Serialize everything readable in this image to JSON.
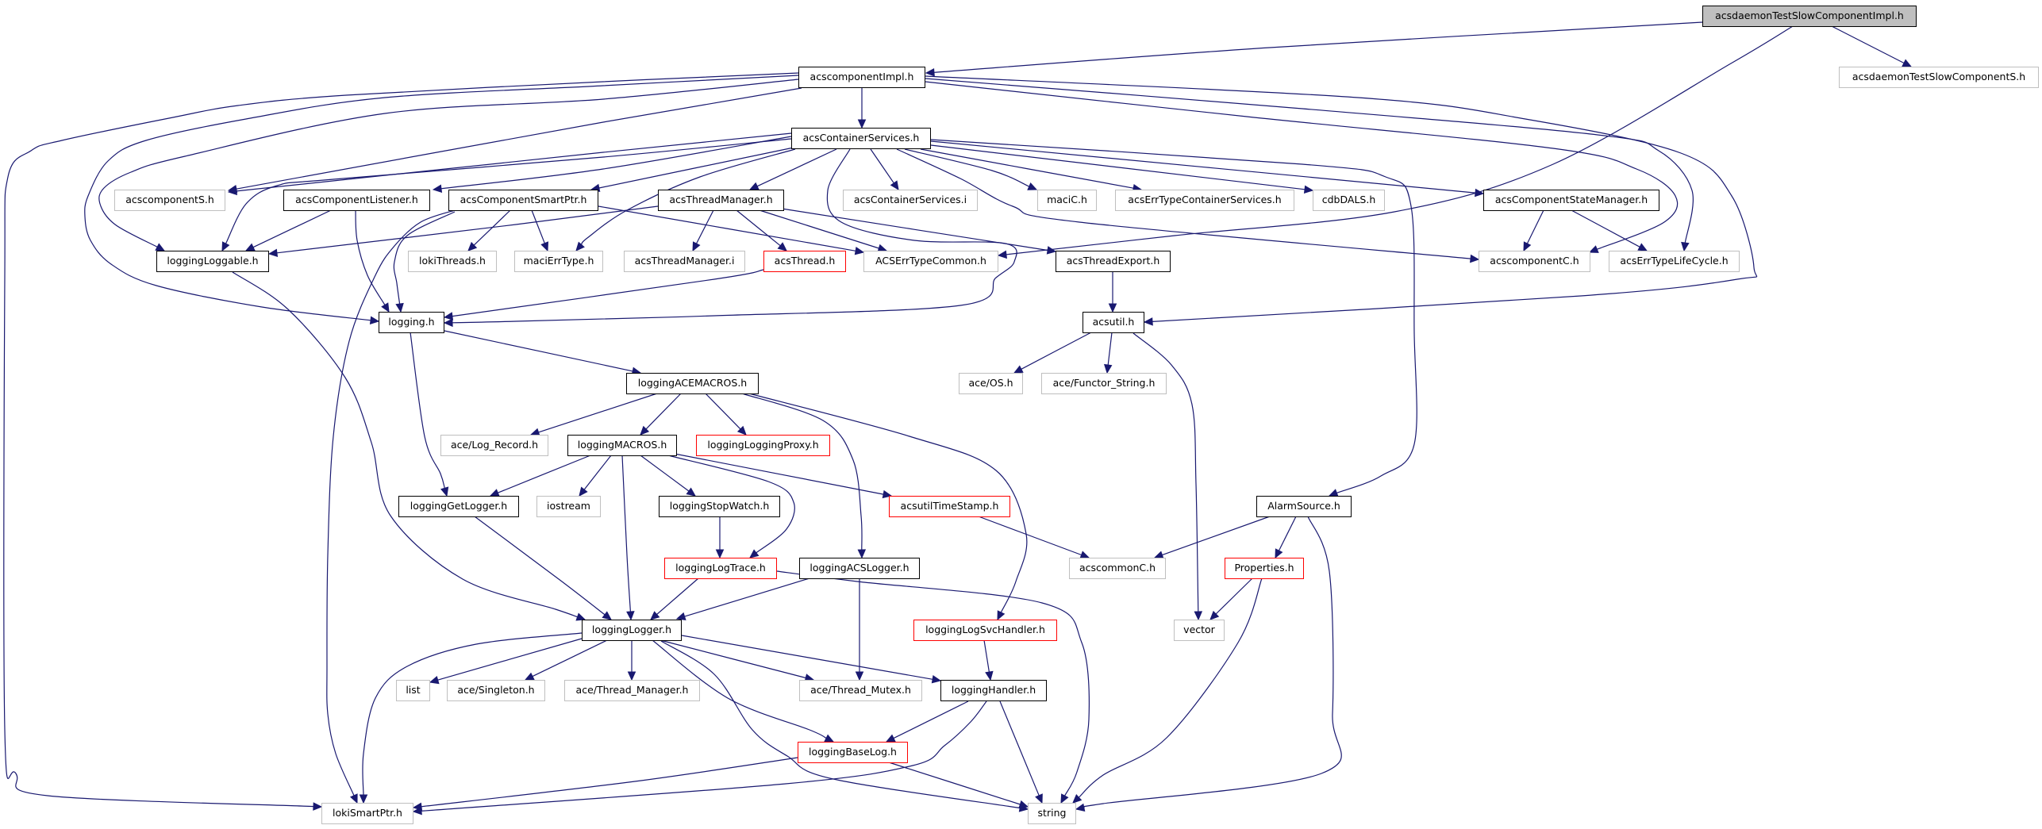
{
  "graph": {
    "colors": {
      "edge": "#191970",
      "focus_fill": "#bfbfbf",
      "focus_border": "#000000",
      "documented_border": "#000000",
      "external_border": "#bfbfbf",
      "truncated_border": "#ff0000"
    },
    "nodes": [
      {
        "id": "daemonImpl",
        "label": "acsdaemonTestSlowComponentImpl.h",
        "kind": "focus"
      },
      {
        "id": "compImpl",
        "label": "acscomponentImpl.h",
        "kind": "documented"
      },
      {
        "id": "daemonS",
        "label": "acsdaemonTestSlowComponentS.h",
        "kind": "external"
      },
      {
        "id": "contSvc",
        "label": "acsContainerServices.h",
        "kind": "documented"
      },
      {
        "id": "compS",
        "label": "acscomponentS.h",
        "kind": "external"
      },
      {
        "id": "compListener",
        "label": "acsComponentListener.h",
        "kind": "documented"
      },
      {
        "id": "compSmartPtr",
        "label": "acsComponentSmartPtr.h",
        "kind": "documented"
      },
      {
        "id": "threadMgr",
        "label": "acsThreadManager.h",
        "kind": "documented"
      },
      {
        "id": "contSvcI",
        "label": "acsContainerServices.i",
        "kind": "external"
      },
      {
        "id": "maciC",
        "label": "maciC.h",
        "kind": "external"
      },
      {
        "id": "errContSvc",
        "label": "acsErrTypeContainerServices.h",
        "kind": "external"
      },
      {
        "id": "cdbDALS",
        "label": "cdbDALS.h",
        "kind": "external"
      },
      {
        "id": "compStateMgr",
        "label": "acsComponentStateManager.h",
        "kind": "documented"
      },
      {
        "id": "loggable",
        "label": "loggingLoggable.h",
        "kind": "documented"
      },
      {
        "id": "lokiThreads",
        "label": "lokiThreads.h",
        "kind": "external"
      },
      {
        "id": "maciErrType",
        "label": "maciErrType.h",
        "kind": "external"
      },
      {
        "id": "threadMgrI",
        "label": "acsThreadManager.i",
        "kind": "external"
      },
      {
        "id": "acsThread",
        "label": "acsThread.h",
        "kind": "truncated"
      },
      {
        "id": "errCommon",
        "label": "ACSErrTypeCommon.h",
        "kind": "external"
      },
      {
        "id": "threadExport",
        "label": "acsThreadExport.h",
        "kind": "documented"
      },
      {
        "id": "compC",
        "label": "acscomponentC.h",
        "kind": "external"
      },
      {
        "id": "errLifeCycle",
        "label": "acsErrTypeLifeCycle.h",
        "kind": "external"
      },
      {
        "id": "logging",
        "label": "logging.h",
        "kind": "documented"
      },
      {
        "id": "acsutil",
        "label": "acsutil.h",
        "kind": "documented"
      },
      {
        "id": "aceMacros",
        "label": "loggingACEMACROS.h",
        "kind": "documented"
      },
      {
        "id": "aceOS",
        "label": "ace/OS.h",
        "kind": "external"
      },
      {
        "id": "functorString",
        "label": "ace/Functor_String.h",
        "kind": "external"
      },
      {
        "id": "logRecord",
        "label": "ace/Log_Record.h",
        "kind": "external"
      },
      {
        "id": "loggingMacros",
        "label": "loggingMACROS.h",
        "kind": "documented"
      },
      {
        "id": "loggingProxy",
        "label": "loggingLoggingProxy.h",
        "kind": "truncated"
      },
      {
        "id": "getLogger",
        "label": "loggingGetLogger.h",
        "kind": "documented"
      },
      {
        "id": "iostream",
        "label": "iostream",
        "kind": "external"
      },
      {
        "id": "stopWatch",
        "label": "loggingStopWatch.h",
        "kind": "documented"
      },
      {
        "id": "timeStamp",
        "label": "acsutilTimeStamp.h",
        "kind": "truncated"
      },
      {
        "id": "alarmSource",
        "label": "AlarmSource.h",
        "kind": "documented"
      },
      {
        "id": "logTrace",
        "label": "loggingLogTrace.h",
        "kind": "truncated"
      },
      {
        "id": "acsLogger",
        "label": "loggingACSLogger.h",
        "kind": "documented"
      },
      {
        "id": "commonC",
        "label": "acscommonC.h",
        "kind": "external"
      },
      {
        "id": "properties",
        "label": "Properties.h",
        "kind": "truncated"
      },
      {
        "id": "logger",
        "label": "loggingLogger.h",
        "kind": "documented"
      },
      {
        "id": "logSvcHandler",
        "label": "loggingLogSvcHandler.h",
        "kind": "truncated"
      },
      {
        "id": "vector",
        "label": "vector",
        "kind": "external"
      },
      {
        "id": "list",
        "label": "list",
        "kind": "external"
      },
      {
        "id": "singleton",
        "label": "ace/Singleton.h",
        "kind": "external"
      },
      {
        "id": "threadManager",
        "label": "ace/Thread_Manager.h",
        "kind": "external"
      },
      {
        "id": "threadMutex",
        "label": "ace/Thread_Mutex.h",
        "kind": "external"
      },
      {
        "id": "handler",
        "label": "loggingHandler.h",
        "kind": "documented"
      },
      {
        "id": "baseLog",
        "label": "loggingBaseLog.h",
        "kind": "truncated"
      },
      {
        "id": "lokiSmartPtr",
        "label": "lokiSmartPtr.h",
        "kind": "external"
      },
      {
        "id": "string",
        "label": "string",
        "kind": "external"
      }
    ],
    "edges": [
      [
        "daemonImpl",
        "compImpl"
      ],
      [
        "daemonImpl",
        "daemonS"
      ],
      [
        "daemonImpl",
        "errCommon"
      ],
      [
        "compImpl",
        "contSvc"
      ],
      [
        "compImpl",
        "lokiSmartPtr"
      ],
      [
        "compImpl",
        "logging"
      ],
      [
        "compImpl",
        "loggable"
      ],
      [
        "compImpl",
        "compS"
      ],
      [
        "compImpl",
        "acsutil"
      ],
      [
        "compImpl",
        "errLifeCycle"
      ],
      [
        "compImpl",
        "compC"
      ],
      [
        "contSvc",
        "compS"
      ],
      [
        "contSvc",
        "compListener"
      ],
      [
        "contSvc",
        "compSmartPtr"
      ],
      [
        "contSvc",
        "loggable"
      ],
      [
        "contSvc",
        "maciErrType"
      ],
      [
        "contSvc",
        "threadMgr"
      ],
      [
        "contSvc",
        "contSvcI"
      ],
      [
        "contSvc",
        "logging"
      ],
      [
        "contSvc",
        "maciC"
      ],
      [
        "contSvc",
        "errContSvc"
      ],
      [
        "contSvc",
        "cdbDALS"
      ],
      [
        "contSvc",
        "compStateMgr"
      ],
      [
        "contSvc",
        "compC"
      ],
      [
        "contSvc",
        "alarmSource"
      ],
      [
        "compListener",
        "loggable"
      ],
      [
        "compListener",
        "logging"
      ],
      [
        "compSmartPtr",
        "lokiThreads"
      ],
      [
        "compSmartPtr",
        "maciErrType"
      ],
      [
        "compSmartPtr",
        "logging"
      ],
      [
        "compSmartPtr",
        "lokiSmartPtr"
      ],
      [
        "compSmartPtr",
        "errCommon"
      ],
      [
        "threadMgr",
        "loggable"
      ],
      [
        "threadMgr",
        "threadMgrI"
      ],
      [
        "threadMgr",
        "acsThread"
      ],
      [
        "threadMgr",
        "errCommon"
      ],
      [
        "threadMgr",
        "threadExport"
      ],
      [
        "acsThread",
        "logging"
      ],
      [
        "threadExport",
        "acsutil"
      ],
      [
        "compStateMgr",
        "compC"
      ],
      [
        "compStateMgr",
        "errLifeCycle"
      ],
      [
        "acsutil",
        "aceOS"
      ],
      [
        "acsutil",
        "functorString"
      ],
      [
        "acsutil",
        "vector"
      ],
      [
        "logging",
        "aceMacros"
      ],
      [
        "logging",
        "getLogger"
      ],
      [
        "aceMacros",
        "logRecord"
      ],
      [
        "aceMacros",
        "loggingMacros"
      ],
      [
        "aceMacros",
        "loggingProxy"
      ],
      [
        "aceMacros",
        "acsLogger"
      ],
      [
        "aceMacros",
        "logSvcHandler"
      ],
      [
        "loggingMacros",
        "getLogger"
      ],
      [
        "loggingMacros",
        "iostream"
      ],
      [
        "loggingMacros",
        "logger"
      ],
      [
        "loggingMacros",
        "stopWatch"
      ],
      [
        "loggingMacros",
        "logTrace"
      ],
      [
        "loggingMacros",
        "timeStamp"
      ],
      [
        "stopWatch",
        "logTrace"
      ],
      [
        "getLogger",
        "logger"
      ],
      [
        "logTrace",
        "logger"
      ],
      [
        "logTrace",
        "string"
      ],
      [
        "acsLogger",
        "logger"
      ],
      [
        "acsLogger",
        "threadMutex"
      ],
      [
        "timeStamp",
        "commonC"
      ],
      [
        "alarmSource",
        "commonC"
      ],
      [
        "alarmSource",
        "properties"
      ],
      [
        "alarmSource",
        "string"
      ],
      [
        "properties",
        "vector"
      ],
      [
        "properties",
        "string"
      ],
      [
        "loggable",
        "logger"
      ],
      [
        "logSvcHandler",
        "handler"
      ],
      [
        "logger",
        "lokiSmartPtr"
      ],
      [
        "logger",
        "list"
      ],
      [
        "logger",
        "singleton"
      ],
      [
        "logger",
        "threadManager"
      ],
      [
        "logger",
        "threadMutex"
      ],
      [
        "logger",
        "handler"
      ],
      [
        "logger",
        "baseLog"
      ],
      [
        "logger",
        "string"
      ],
      [
        "handler",
        "baseLog"
      ],
      [
        "handler",
        "lokiSmartPtr"
      ],
      [
        "handler",
        "string"
      ],
      [
        "baseLog",
        "lokiSmartPtr"
      ],
      [
        "baseLog",
        "string"
      ]
    ]
  }
}
